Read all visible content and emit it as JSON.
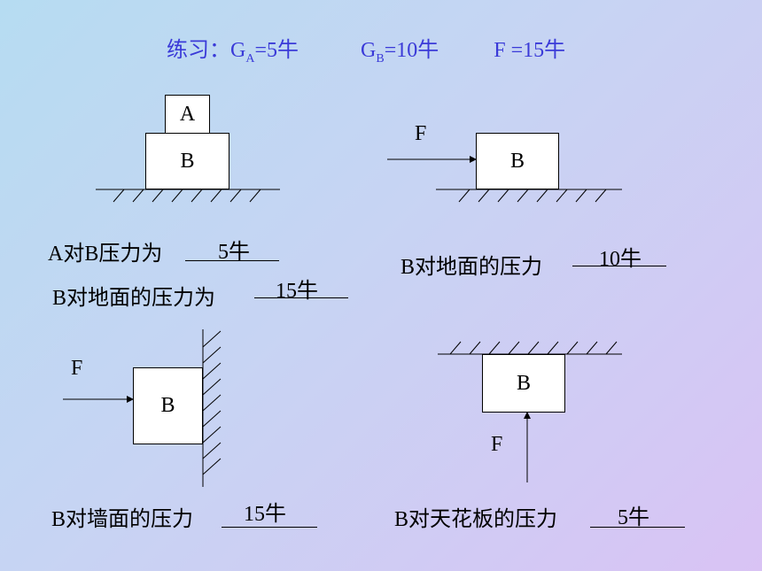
{
  "title": {
    "prefix": "练习：G",
    "ga_sub": "A",
    "ga_val": "=5牛",
    "gb_g": "G",
    "gb_sub": "B",
    "gb_val": "=10牛",
    "f": "F =15牛"
  },
  "diagram1": {
    "box_a": "A",
    "box_b": "B",
    "q1": "A对B压力为",
    "a1": "5牛",
    "q2": "B对地面的压力为",
    "a2": "15牛"
  },
  "diagram2": {
    "force": "F",
    "box_b": "B",
    "q": "B对地面的压力",
    "a": "10牛"
  },
  "diagram3": {
    "force": "F",
    "box_b": "B",
    "q": "B对墙面的压力",
    "a": "15牛"
  },
  "diagram4": {
    "force": "F",
    "box_b": "B",
    "q": "B对天花板的压力",
    "a": "5牛"
  }
}
